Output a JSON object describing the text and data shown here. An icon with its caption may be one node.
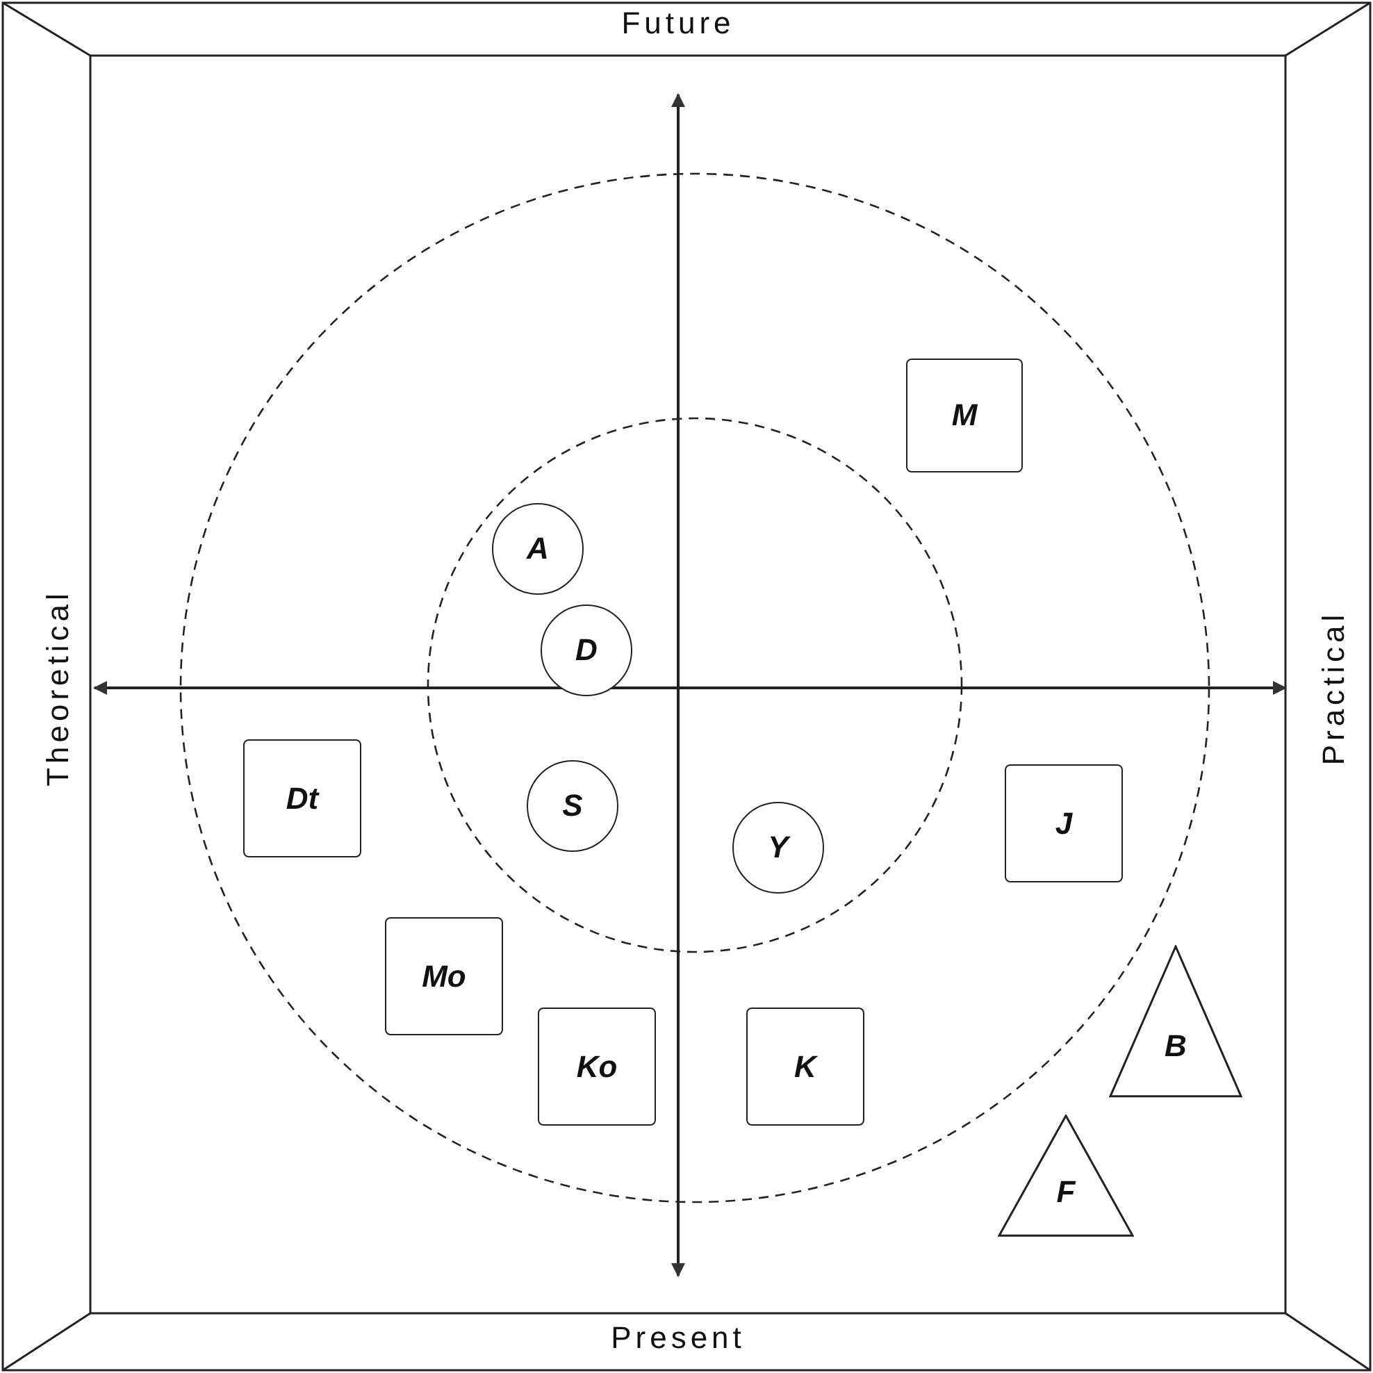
{
  "diagram": {
    "nodes": [
      {
        "text": [
          "M"
        ]
      },
      {
        "text": [
          "A"
        ]
      },
      {
        "text": [
          "D"
        ]
      },
      {
        "text": [
          "Dt"
        ]
      },
      {
        "text": [
          "S"
        ]
      },
      {
        "text": [
          "Y"
        ]
      },
      {
        "text": [
          "J"
        ]
      },
      {
        "text": [
          "Mo"
        ]
      },
      {
        "text": [
          "B"
        ]
      },
      {
        "text": [
          "Ko"
        ]
      },
      {
        "text": [
          "K"
        ]
      },
      {
        "text": [
          "F"
        ]
      }
    ],
    "labels": [
      "Future",
      "Theoretical",
      "Practical",
      "Present"
    ]
  }
}
